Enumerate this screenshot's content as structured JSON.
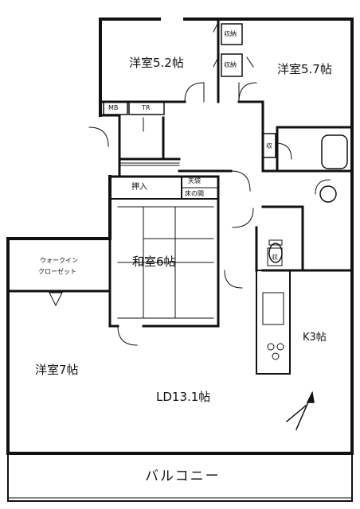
{
  "rooms": {
    "western_a": "洋室5.2帖",
    "western_b": "洋室5.7帖",
    "western_c": "洋室7帖",
    "japanese": "和室6帖",
    "ld": "LD13.1帖",
    "kitchen": "K3帖",
    "balcony": "バルコニー"
  },
  "storage": {
    "closet_a": "収納",
    "closet_b": "収納",
    "closet_c": "収",
    "closet_d": "収",
    "oshiire": "押入",
    "tenbukuro": "天袋",
    "tokonoma": "床の間",
    "mb": "MB",
    "tr": "TR",
    "walkin_line1": "ウォークイン",
    "walkin_line2": "クローゼット"
  }
}
